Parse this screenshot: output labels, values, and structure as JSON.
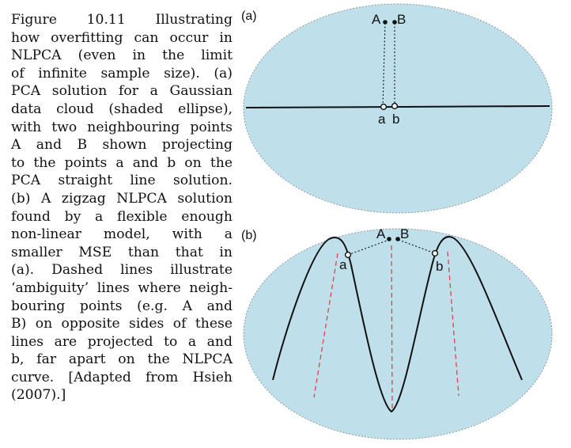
{
  "caption": {
    "lines": [
      "Figure 10.11 Illustrating",
      "how overfitting can occur in",
      "NLPCA (even in the limit",
      "of infinite sample size).  (a)",
      "PCA solution for a Gaussian",
      "data cloud (shaded ellipse),",
      "with two neighbouring points",
      "A and B shown projecting",
      "to the points a and b on the",
      "PCA straight line solution.",
      "(b) A zigzag NLPCA solution",
      "found by a flexible enough",
      "non-linear model, with a",
      "smaller MSE than that in",
      "(a).  Dashed lines illustrate",
      "‘ambiguity’ lines where neigh-",
      "bouring points (e.g. A and",
      "B) on opposite sides of these",
      "lines are projected to a and",
      "b, far apart on the NLPCA",
      "curve.  [Adapted from Hsieh",
      "(2007).]"
    ]
  },
  "figure": {
    "panel_a": {
      "label": "(a)",
      "point_A": "A",
      "point_B": "B",
      "proj_a": "a",
      "proj_b": "b"
    },
    "panel_b": {
      "label": "(b)",
      "point_A": "A",
      "point_B": "B",
      "proj_a": "a",
      "proj_b": "b"
    }
  },
  "colors": {
    "ellipse_fill": "#bfe0ea",
    "ellipse_stroke": "#8a9aa0",
    "curve": "#111111",
    "ambiguity_line": "#d9454a"
  }
}
